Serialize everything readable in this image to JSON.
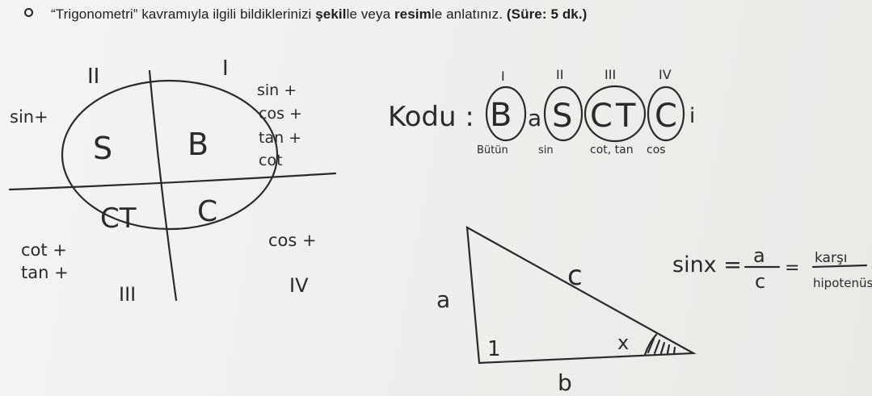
{
  "prompt": {
    "part1": "“Trigonometri” kavramıyla ilgili bildiklerinizi ",
    "bold1": "şekil",
    "part2": "le veya ",
    "bold2": "resim",
    "part3": "le anlatınız. ",
    "bold3": "(Süre: 5 dk.)"
  },
  "unit_circle": {
    "roman": {
      "q1": "I",
      "q2": "II",
      "q3": "III",
      "q4": "IV"
    },
    "letters": {
      "q1": "B",
      "q2": "S",
      "q3": "CT",
      "q4": "C"
    },
    "q1_signs": [
      "sin +",
      "cos +",
      "tan +",
      "cot"
    ],
    "q2_signs": [
      "sin+"
    ],
    "q3_signs": [
      "cot +",
      "tan +"
    ],
    "q4_signs": [
      "cos +"
    ]
  },
  "mnemonic": {
    "prefix": "Kodu :",
    "letters": [
      "B",
      "a",
      "S",
      "C",
      "T",
      "C",
      "i"
    ],
    "numerals": [
      "I",
      "II",
      "III",
      "IV"
    ],
    "labels": [
      "Bütün",
      "sin",
      "cot, tan",
      "cos"
    ]
  },
  "triangle": {
    "hypotenuse": "c",
    "vertical_side": "a",
    "base": "b",
    "angle": "x",
    "right_angle_mark": "1"
  },
  "formula": {
    "lhs": "sinx =",
    "num1": "a",
    "den1": "c",
    "eq": "=",
    "num2": "karşı",
    "den2": "hipotenüs"
  },
  "colors": {
    "ink": "#2a2a2a",
    "paper": "#efefed"
  }
}
